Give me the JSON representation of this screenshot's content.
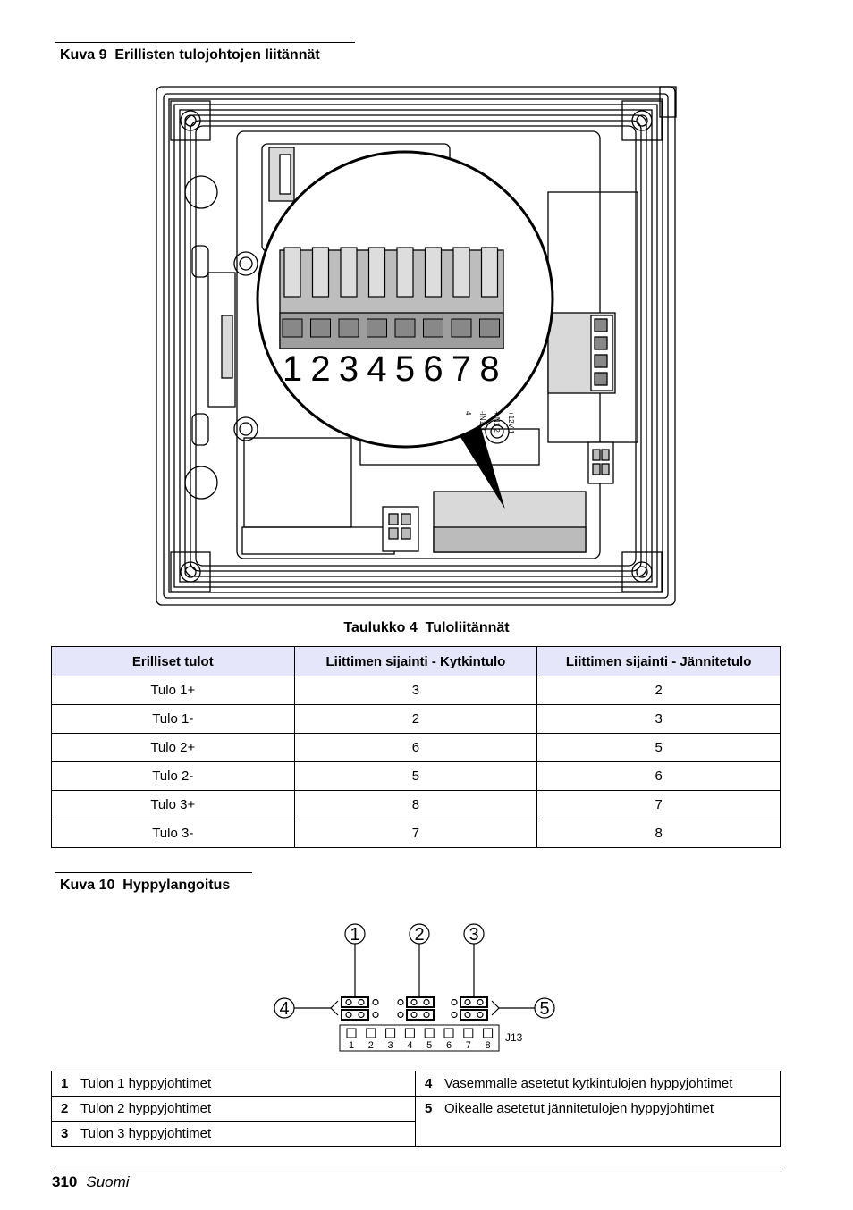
{
  "figure9": {
    "number": "Kuva 9",
    "title": "Erillisten tulojohtojen liitännät",
    "connector_numbers": [
      "1",
      "2",
      "3",
      "4",
      "5",
      "6",
      "7",
      "8"
    ],
    "small_labels": [
      "+12V 1",
      "+IN1 2",
      "-IN1 3",
      "4"
    ]
  },
  "table4": {
    "number": "Taulukko 4",
    "title": "Tuloliitännät",
    "headers": [
      "Erilliset tulot",
      "Liittimen sijainti - Kytkintulo",
      "Liittimen sijainti - Jännitetulo"
    ],
    "rows": [
      [
        "Tulo 1+",
        "3",
        "2"
      ],
      [
        "Tulo 1-",
        "2",
        "3"
      ],
      [
        "Tulo 2+",
        "6",
        "5"
      ],
      [
        "Tulo 2-",
        "5",
        "6"
      ],
      [
        "Tulo 3+",
        "8",
        "7"
      ],
      [
        "Tulo 3-",
        "7",
        "8"
      ]
    ]
  },
  "figure10": {
    "number": "Kuva 10",
    "title": "Hyppylangoitus",
    "callouts": [
      "1",
      "2",
      "3",
      "4",
      "5"
    ],
    "pins": [
      "1",
      "2",
      "3",
      "4",
      "5",
      "6",
      "7",
      "8"
    ],
    "connector_label": "J13"
  },
  "legend": {
    "items": [
      {
        "num": "1",
        "text": "Tulon 1 hyppyjohtimet"
      },
      {
        "num": "2",
        "text": "Tulon 2 hyppyjohtimet"
      },
      {
        "num": "3",
        "text": "Tulon 3 hyppyjohtimet"
      },
      {
        "num": "4",
        "text": "Vasemmalle asetetut kytkintulojen hyppyjohtimet"
      },
      {
        "num": "5",
        "text": "Oikealle asetetut jännitetulojen hyppyjohtimet"
      }
    ]
  },
  "footer": {
    "page": "310",
    "language": "Suomi"
  }
}
